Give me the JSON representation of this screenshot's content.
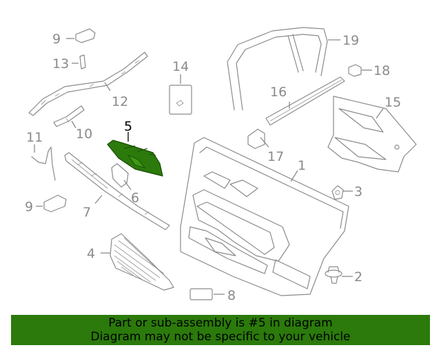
{
  "diagram": {
    "callouts": {
      "c1": "1",
      "c2": "2",
      "c3": "3",
      "c4": "4",
      "c5": "5",
      "c6": "6",
      "c7": "7",
      "c8": "8",
      "c9a": "9",
      "c9b": "9",
      "c10": "10",
      "c11": "11",
      "c12": "12",
      "c13": "13",
      "c14": "14",
      "c15": "15",
      "c16": "16",
      "c17": "17",
      "c18": "18",
      "c19": "19"
    },
    "highlight_color": "#2b7a0b"
  },
  "banner": {
    "line1": "Part or sub-assembly is #5 in diagram",
    "line2": "Diagram may not be specific to your vehicle"
  }
}
